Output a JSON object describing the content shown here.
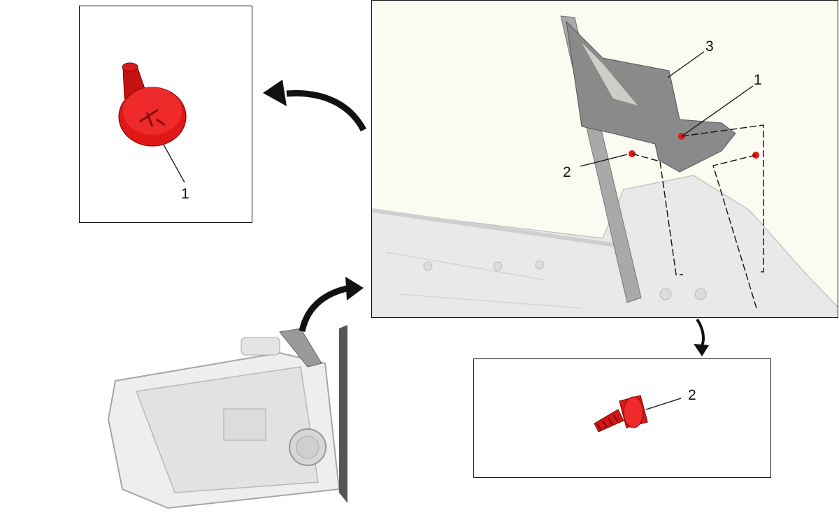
{
  "callouts": {
    "main_3": "3",
    "main_1": "1",
    "main_2": "2",
    "inset_top_1": "1",
    "inset_bottom_2": "2"
  },
  "colors": {
    "fastener": "#e01818",
    "fastener_dark": "#a00c0c",
    "trim_panel": "#8a8a8a",
    "door_body": "#e9e9e9",
    "outline": "#111111"
  }
}
